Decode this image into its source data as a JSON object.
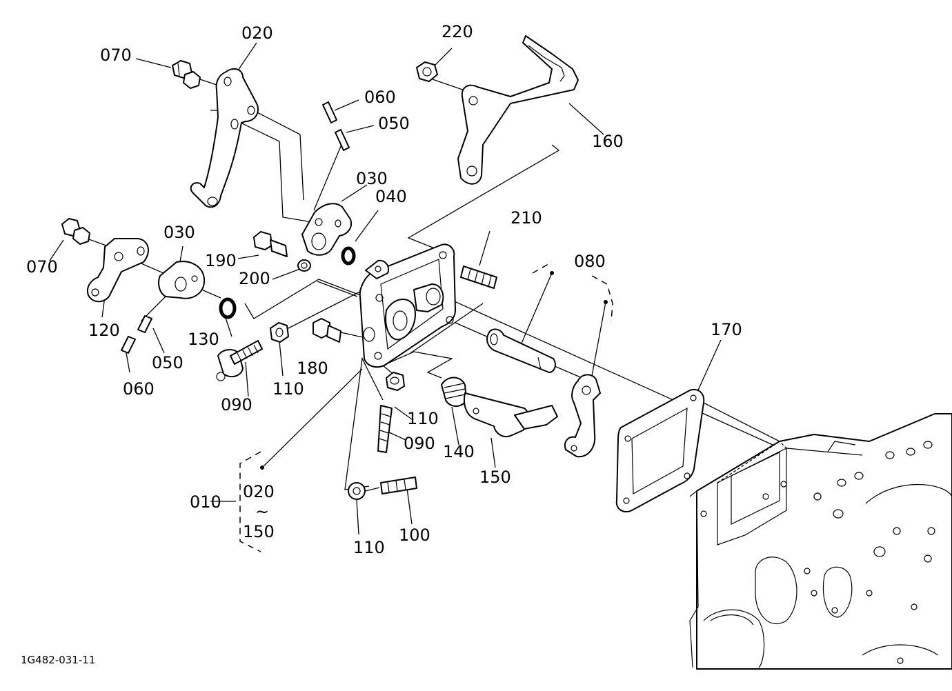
{
  "drawing_code": "1G482-031-11",
  "callouts": {
    "p010": "010",
    "p020_top": "020",
    "p020_range_start": "020",
    "p_range_sep": "~",
    "p150_range_end": "150",
    "p030_top": "030",
    "p030_left": "030",
    "p040": "040",
    "p050_top": "050",
    "p050_left": "050",
    "p060_top": "060",
    "p060_left": "060",
    "p070_top": "070",
    "p070_left": "070",
    "p080": "080",
    "p090_left": "090",
    "p090_center": "090",
    "p100": "100",
    "p110_left": "110",
    "p110_center": "110",
    "p110_bottom": "110",
    "p120": "120",
    "p130": "130",
    "p140": "140",
    "p150": "150",
    "p160": "160",
    "p170": "170",
    "p180": "180",
    "p190": "190",
    "p200": "200",
    "p210": "210",
    "p220": "220"
  }
}
